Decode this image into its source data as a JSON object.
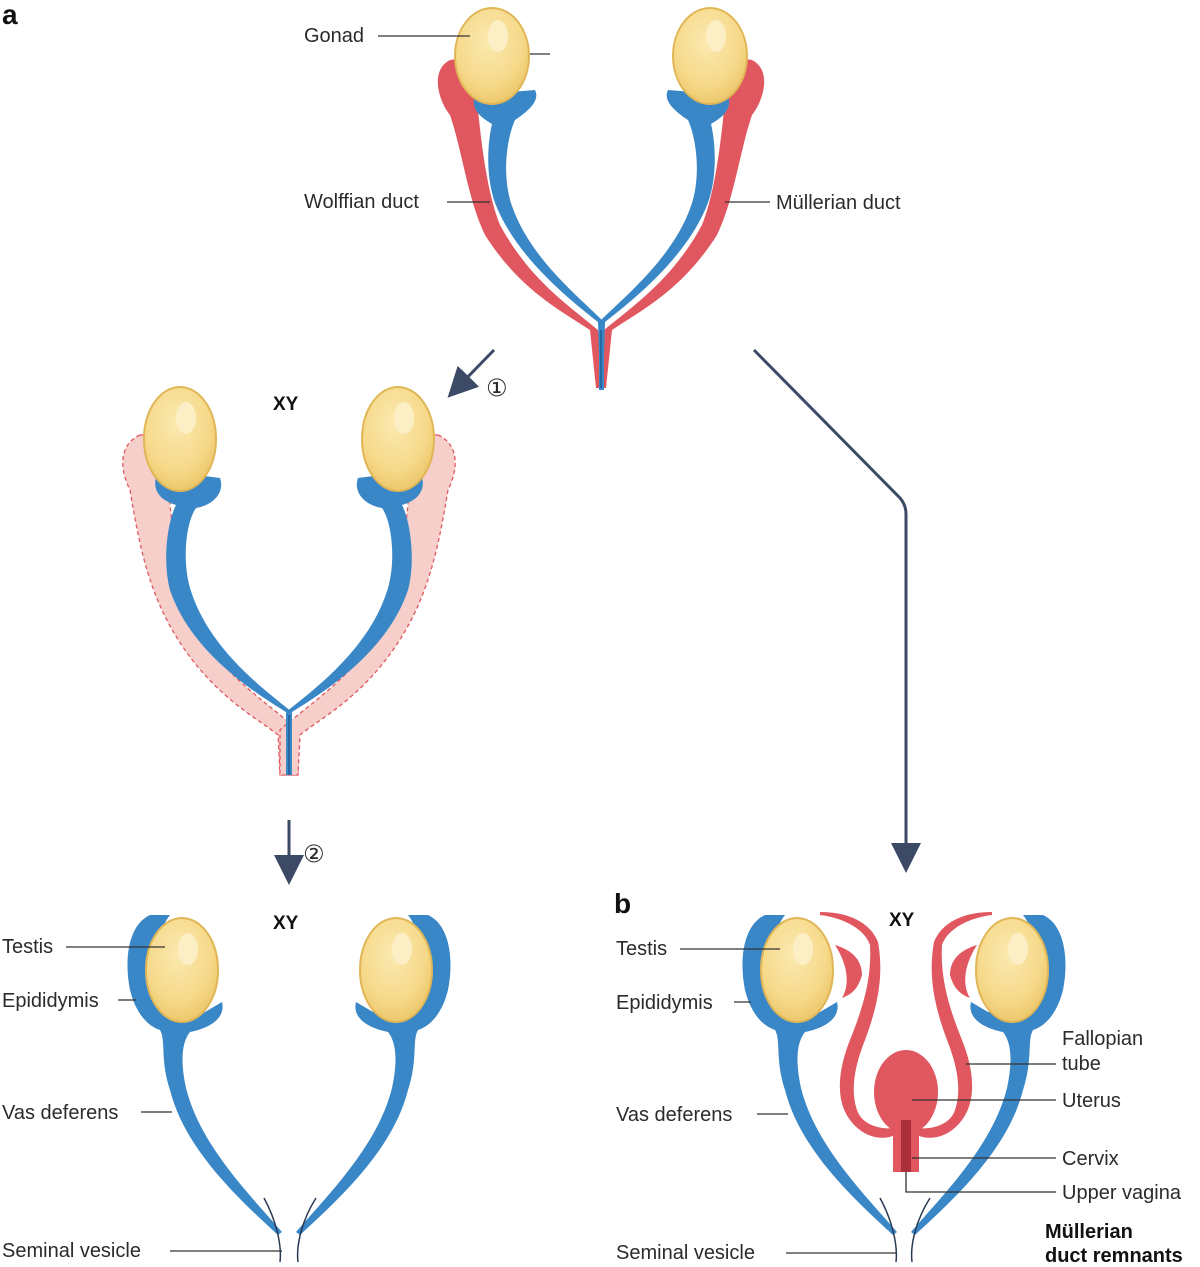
{
  "colors": {
    "wolffian": "#3a87c7",
    "wolffian_outline": "#1f5e94",
    "mullerian": "#e0575f",
    "mullerian_regressing": "#f6cfca",
    "gonad": "#f6d98a",
    "gonad_shade": "#e8bf5c",
    "arrow": "#3d4a66"
  },
  "panel_a": {
    "letter": "a",
    "labels": {
      "gonad": "Gonad",
      "wolffian_duct": "Wolffian duct",
      "mullerian_duct": "Müllerian duct"
    },
    "step1": "①",
    "step2": "②",
    "middle": {
      "karyotype": "XY"
    },
    "bottom": {
      "karyotype": "XY",
      "labels": {
        "testis": "Testis",
        "epididymis": "Epididymis",
        "vas_deferens": "Vas deferens",
        "seminal_vesicle": "Seminal vesicle"
      }
    }
  },
  "panel_b": {
    "letter": "b",
    "karyotype": "XY",
    "labels": {
      "testis": "Testis",
      "epididymis": "Epididymis",
      "vas_deferens": "Vas deferens",
      "seminal_vesicle": "Seminal vesicle",
      "fallopian_tube_1": "Fallopian",
      "fallopian_tube_2": "tube",
      "uterus": "Uterus",
      "cervix": "Cervix",
      "upper_vagina": "Upper vagina",
      "remnants_1": "Müllerian",
      "remnants_2": "duct remnants"
    }
  }
}
